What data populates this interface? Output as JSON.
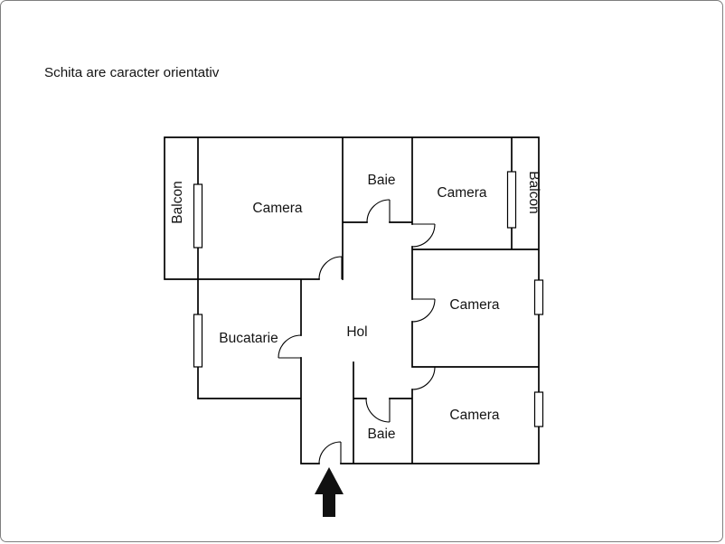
{
  "page": {
    "disclaimer": "Schita are caracter orientativ"
  },
  "floorplan": {
    "rooms": [
      {
        "id": "balcon-left",
        "label": "Balcon"
      },
      {
        "id": "camera-top-left",
        "label": "Camera"
      },
      {
        "id": "baie-top",
        "label": "Baie"
      },
      {
        "id": "camera-top-right",
        "label": "Camera"
      },
      {
        "id": "balcon-right",
        "label": "Balcon"
      },
      {
        "id": "camera-middle-right",
        "label": "Camera"
      },
      {
        "id": "bucatarie",
        "label": "Bucatarie"
      },
      {
        "id": "hol",
        "label": "Hol"
      },
      {
        "id": "camera-bottom-right",
        "label": "Camera"
      },
      {
        "id": "baie-bottom",
        "label": "Baie"
      }
    ],
    "entrance": {
      "icon": "up-arrow"
    },
    "colors": {
      "wall": "#000000",
      "background": "#ffffff",
      "text": "#141414",
      "arrow": "#111111",
      "page_border": "#7f7f7f"
    }
  }
}
